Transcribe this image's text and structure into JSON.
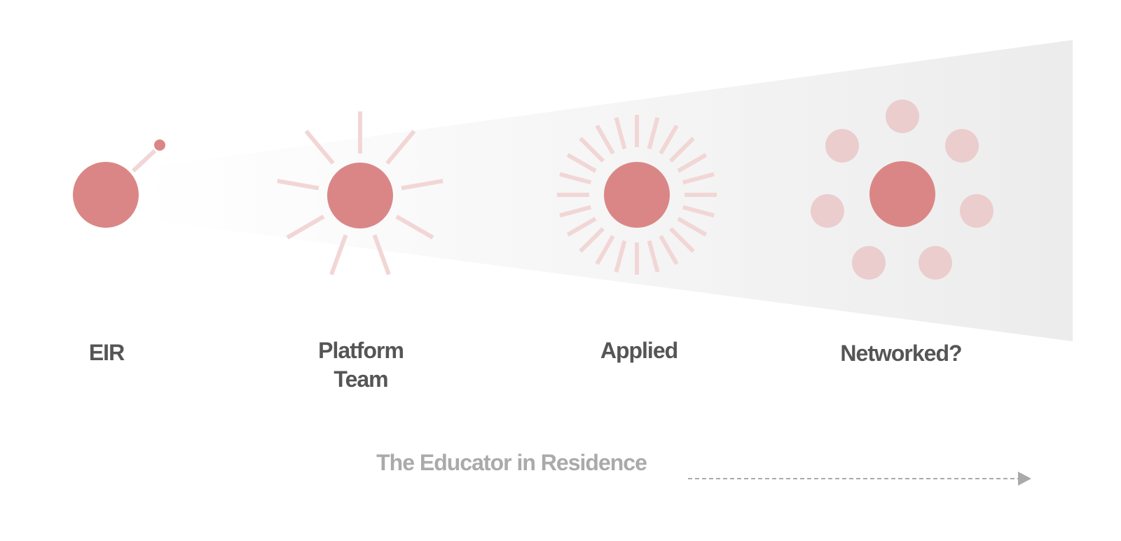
{
  "stages": [
    {
      "key": "eir",
      "label": "EIR"
    },
    {
      "key": "platform",
      "label": "Platform\nTeam"
    },
    {
      "key": "applied",
      "label": "Applied"
    },
    {
      "key": "networked",
      "label": "Networked?"
    }
  ],
  "timeline": {
    "caption": "The Educator in Residence"
  },
  "colors": {
    "core": "#db8686",
    "spoke": "#f2d6d6",
    "satellite": "#ebcdce",
    "small_node": "#db8686",
    "wedge_light": "#ffffff",
    "wedge_dark": "#ececec",
    "label_text": "#555555",
    "caption_text": "#aaaaaa",
    "arrow": "#aaaaaa"
  }
}
